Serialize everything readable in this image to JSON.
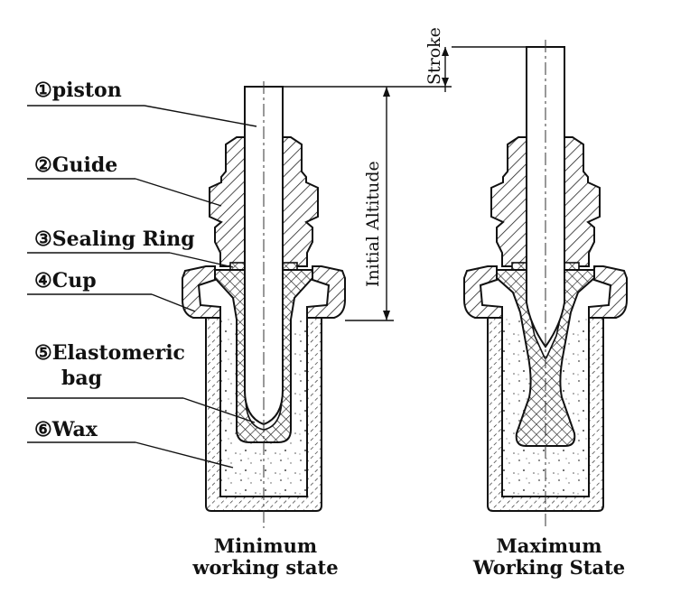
{
  "labels": [
    {
      "marker": "①",
      "text": "piston"
    },
    {
      "marker": "②",
      "text": "Guide"
    },
    {
      "marker": "③",
      "text": "Sealing Ring"
    },
    {
      "marker": "④",
      "text": "Cup"
    },
    {
      "marker": "⑤",
      "text": "Elastomeric",
      "text2": "bag"
    },
    {
      "marker": "⑥",
      "text": "Wax"
    }
  ],
  "dimensions": {
    "stroke": "Stroke",
    "initial_altitude": "Initial Altitude"
  },
  "captions": {
    "min_line1": "Minimum",
    "min_line2": "working state",
    "max_line1": "Maximum",
    "max_line2": "Working State"
  }
}
